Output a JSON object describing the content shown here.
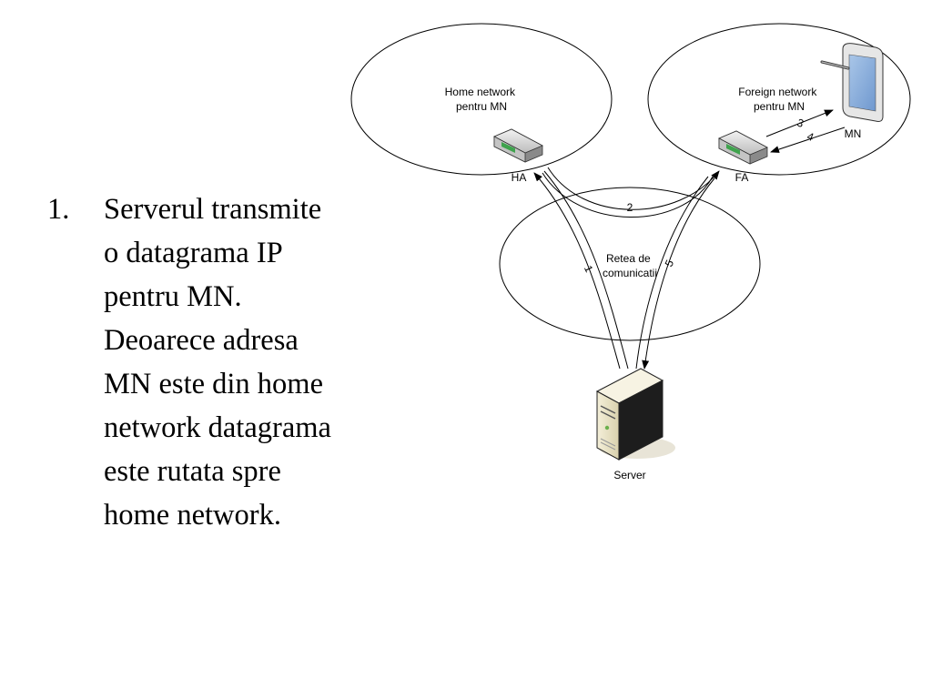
{
  "list_item": {
    "number": "1.",
    "lines": [
      "Serverul transmite",
      "o datagrama IP",
      "pentru MN.",
      "Deoarece adresa",
      "MN este din home",
      "network datagrama",
      "este rutata spre",
      "home network."
    ]
  },
  "diagram": {
    "home_network_label": [
      "Home network",
      "pentru MN"
    ],
    "foreign_network_label": [
      "Foreign network",
      "pentru MN"
    ],
    "communications_network_label": [
      "Retea de",
      "comunicatii"
    ],
    "ha_label": "HA",
    "fa_label": "FA",
    "mn_label": "MN",
    "server_label": "Server",
    "step_labels": [
      "1",
      "2",
      "3",
      "4",
      "5"
    ]
  }
}
